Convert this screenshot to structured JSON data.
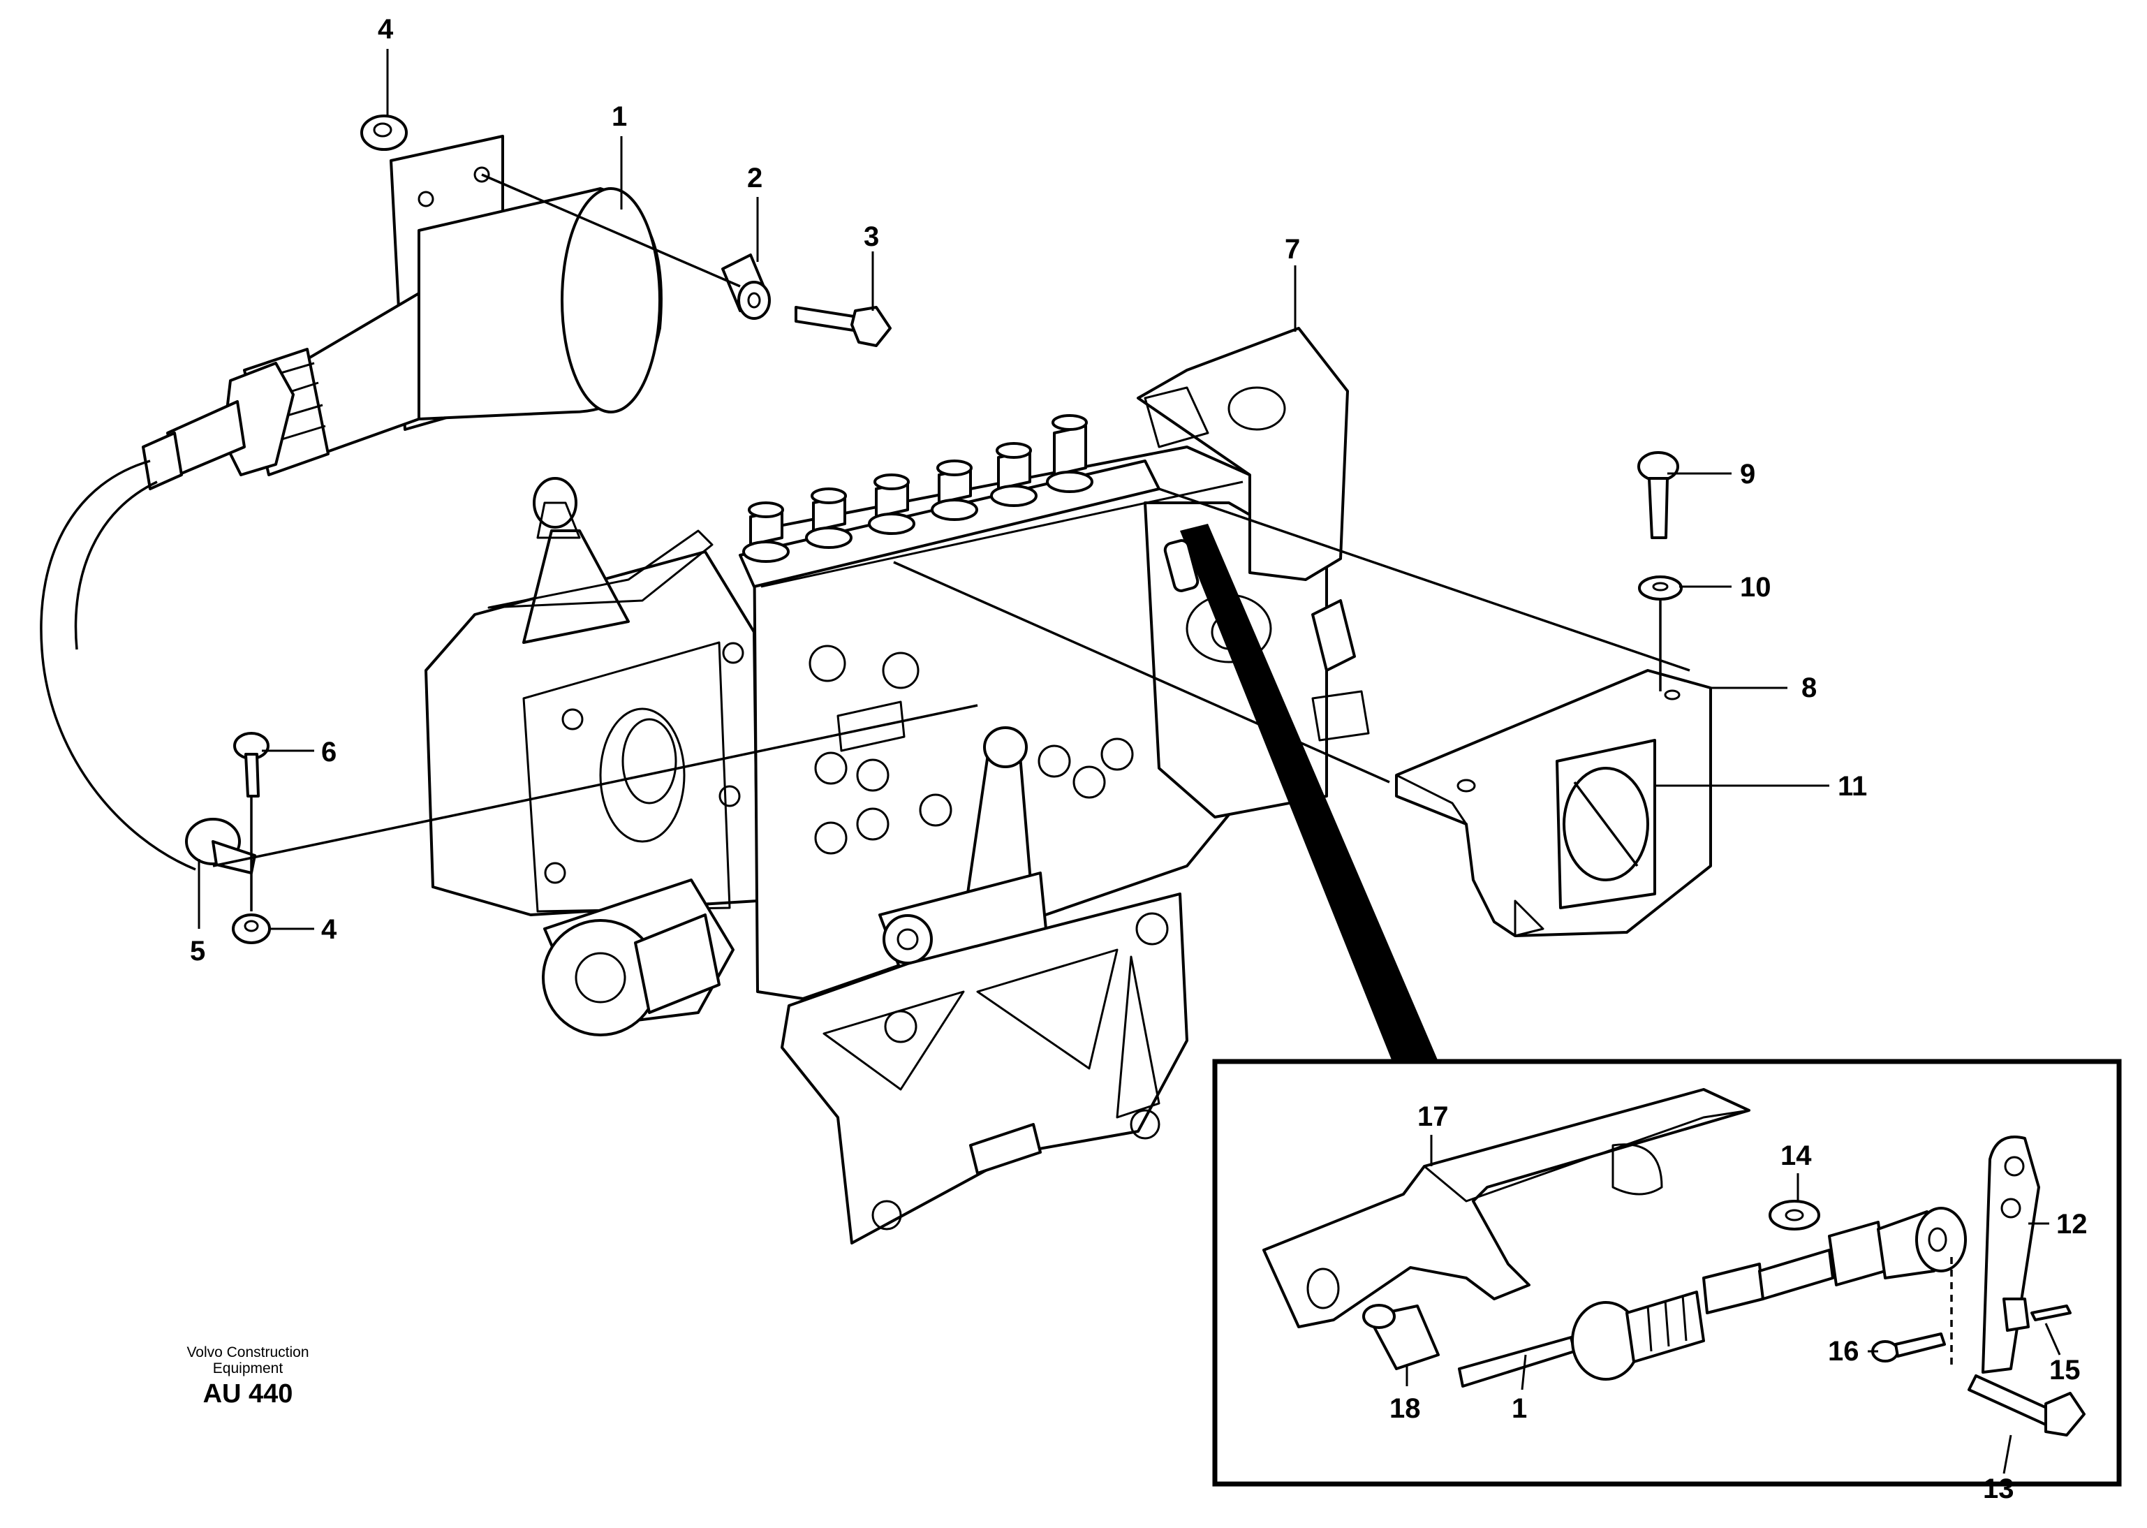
{
  "callouts": [
    {
      "id": "c1",
      "label": "1"
    },
    {
      "id": "c2",
      "label": "2"
    },
    {
      "id": "c3",
      "label": "3"
    },
    {
      "id": "c4a",
      "label": "4"
    },
    {
      "id": "c4b",
      "label": "4"
    },
    {
      "id": "c5",
      "label": "5"
    },
    {
      "id": "c6",
      "label": "6"
    },
    {
      "id": "c7",
      "label": "7"
    },
    {
      "id": "c8",
      "label": "8"
    },
    {
      "id": "c9",
      "label": "9"
    },
    {
      "id": "c10",
      "label": "10"
    },
    {
      "id": "c11",
      "label": "11"
    },
    {
      "id": "c12",
      "label": "12"
    },
    {
      "id": "c13",
      "label": "13"
    },
    {
      "id": "c14",
      "label": "14"
    },
    {
      "id": "c15",
      "label": "15"
    },
    {
      "id": "c16",
      "label": "16"
    },
    {
      "id": "c17",
      "label": "17"
    },
    {
      "id": "c18",
      "label": "18"
    },
    {
      "id": "c1b",
      "label": "1"
    }
  ],
  "footer": {
    "brand_line1": "Volvo Construction",
    "brand_line2": "Equipment",
    "reference": "AU 440"
  }
}
